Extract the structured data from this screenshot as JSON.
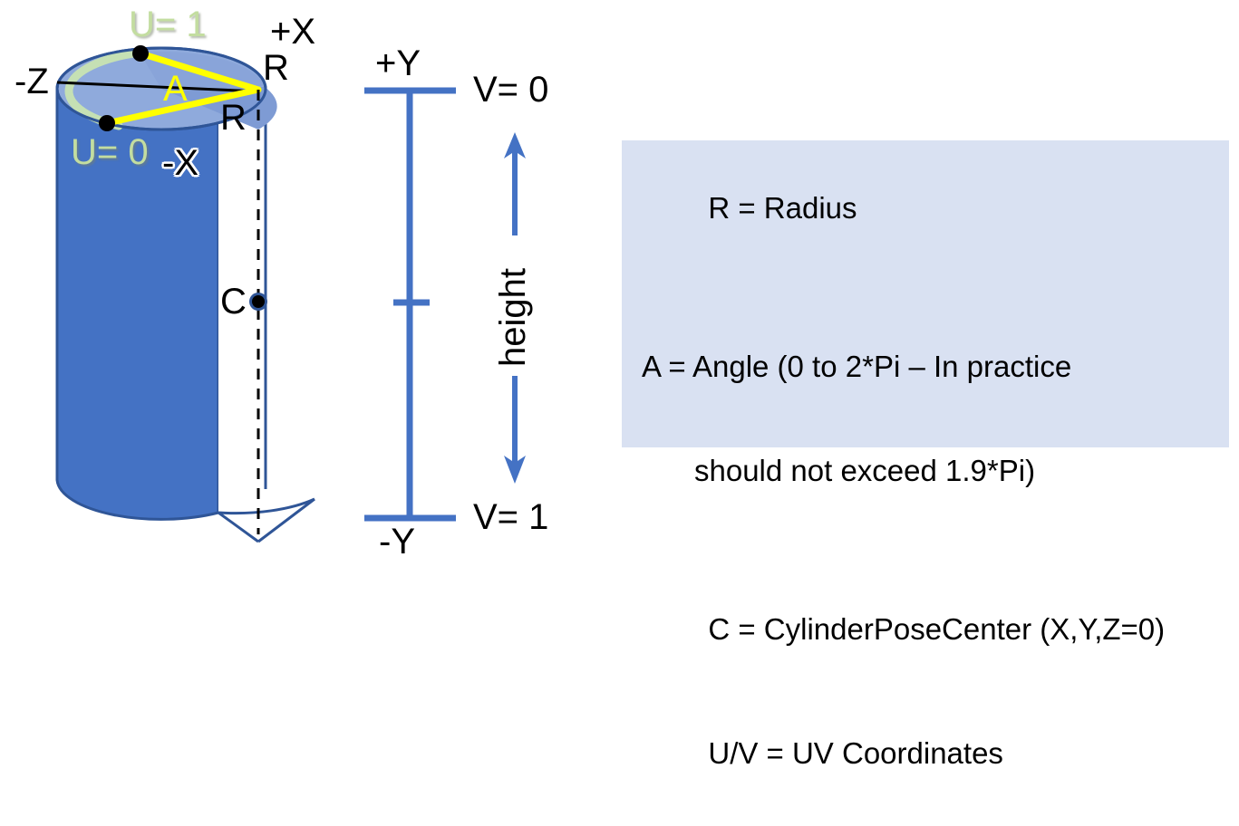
{
  "diagram": {
    "title_text": "",
    "colors": {
      "cylinder_body": "#4472C4",
      "cylinder_top": "#8FAADC",
      "cylinder_outline": "#2F5597",
      "arc_highlight": "#C5E0B4",
      "angle_line": "#FFFF00",
      "axis_blue": "#4472C4",
      "legend_bg": "#D9E1F2",
      "uv_label": "#C3DDA0",
      "text_black": "#000000"
    },
    "cylinder_labels": {
      "u_one": "U= 1",
      "u_zero": "U= 0",
      "plus_x": "+X",
      "minus_x": "-X",
      "minus_z": "-Z",
      "angle": "A",
      "radius_top": "R",
      "radius_bottom": "R",
      "center": "C"
    },
    "height_axis": {
      "plus_y": "+Y",
      "minus_y": "-Y",
      "v_top": "V= 0",
      "v_bottom": "V= 1",
      "height_label": "height"
    },
    "legend": {
      "items": [
        {
          "line1": "R = Radius",
          "line2": ""
        },
        {
          "line1": "A = Angle (0 to 2*Pi – In practice",
          "line2": "should not exceed 1.9*Pi)"
        },
        {
          "line1": "C = CylinderPoseCenter (X,Y,Z=0)",
          "line2": ""
        },
        {
          "line1": "U/V = UV Coordinates",
          "line2": ""
        }
      ]
    }
  }
}
